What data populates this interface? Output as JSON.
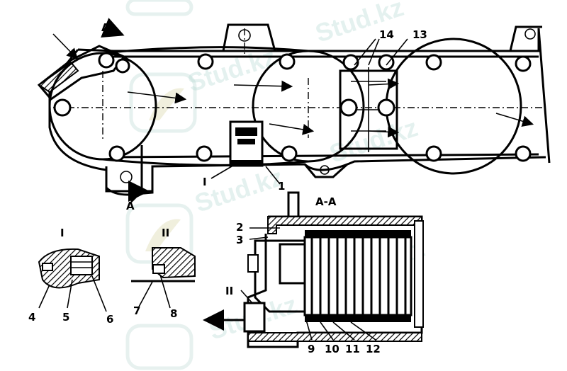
{
  "labels": {
    "section_a_top": "A",
    "section_a_bottom": "A",
    "section_aa": "A-A",
    "detail_i_callout": "I",
    "detail_i_title": "I",
    "detail_ii_title": "II",
    "detail_ii_callout": "II",
    "n1": "1",
    "n2": "2",
    "n3": "3",
    "n4": "4",
    "n5": "5",
    "n6": "6",
    "n7": "7",
    "n8": "8",
    "n9": "9",
    "n10": "10",
    "n11": "11",
    "n12": "12",
    "n13": "13",
    "n14": "14"
  },
  "watermark": {
    "text": "Stud.kz",
    "color": "#cfe6e2"
  }
}
